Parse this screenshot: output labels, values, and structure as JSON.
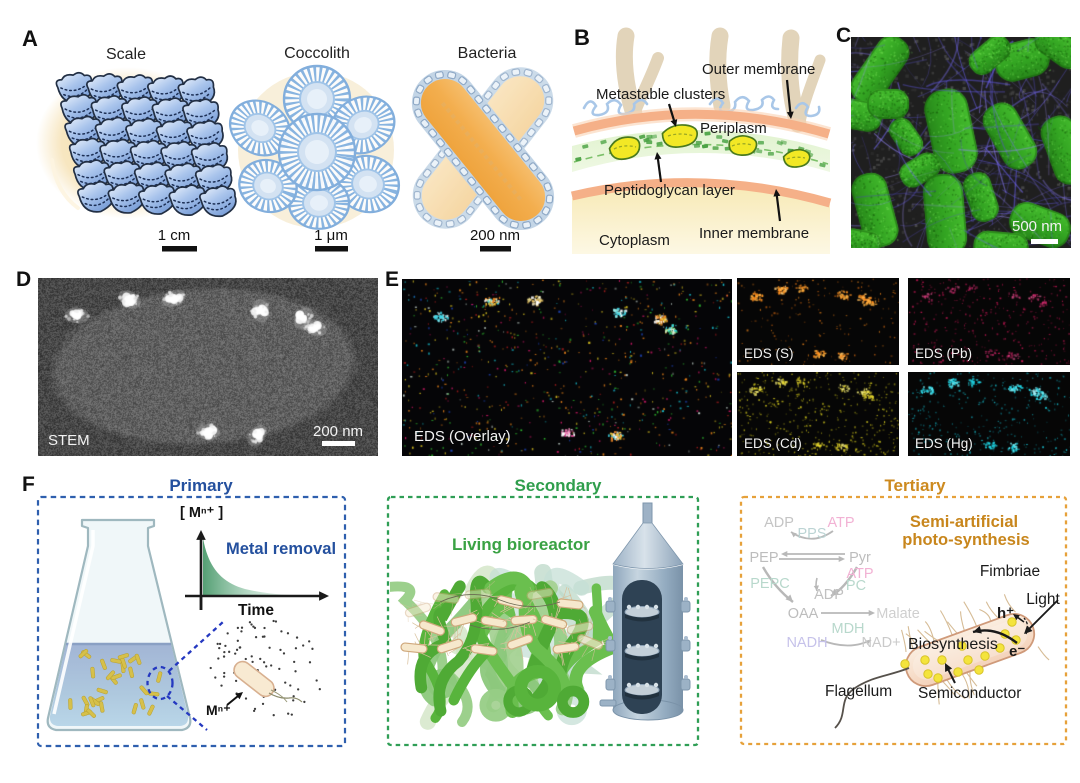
{
  "figure": {
    "background": "#ffffff",
    "panels": {
      "A": {
        "label": "A",
        "scale": {
          "title": "Scale",
          "bar": "1 cm"
        },
        "coccolith": {
          "title": "Coccolith",
          "bar": "1 μm"
        },
        "bacteria": {
          "title": "Bacteria",
          "bar": "200 nm"
        }
      },
      "B": {
        "label": "B",
        "outer_membrane": "Outer membrane",
        "metastable_clusters": "Metastable clusters",
        "periplasm": "Periplasm",
        "peptidoglycan": "Peptidoglycan layer",
        "cytoplasm": "Cytoplasm",
        "inner_membrane": "Inner membrane"
      },
      "C": {
        "label": "C",
        "bar": "500 nm"
      },
      "D": {
        "label": "D",
        "technique": "STEM",
        "bar": "200 nm"
      },
      "E": {
        "label": "E",
        "overlay": "EDS (Overlay)",
        "maps": [
          {
            "name": "EDS (S)",
            "color": "#ff8c1a"
          },
          {
            "name": "EDS (Pb)",
            "color": "#e0195f"
          },
          {
            "name": "EDS (Cd)",
            "color": "#ded31f"
          },
          {
            "name": "EDS (Hg)",
            "color": "#19c8d8"
          }
        ]
      },
      "F": {
        "label": "F",
        "primary": {
          "title": "Primary",
          "accent": "#2a5cae",
          "ylabel": "[ Mⁿ⁺ ]",
          "xlabel": "Time",
          "annotation": "Metal removal",
          "ion": "Mⁿ⁺"
        },
        "secondary": {
          "title": "Secondary",
          "accent": "#2f9e4c",
          "caption": "Living bioreactor"
        },
        "tertiary": {
          "title": "Tertiary",
          "accent": "#cd8a1f",
          "caption_line1": "Semi-artificial",
          "caption_line2": "photo-synthesis",
          "pathway": {
            "adp1": "ADP",
            "pps": "PPS",
            "atp1": "ATP",
            "pep": "PEP",
            "pyr": "Pyr",
            "atp2": "ATP",
            "pc": "PC",
            "pepc": "PEPC",
            "adp2": "ADP",
            "oaa": "OAA",
            "malate": "Malate",
            "mdh": "MDH",
            "nadh": "NADH",
            "nadp": "NAD+"
          },
          "cell": {
            "fimbriae": "Fimbriae",
            "light": "Light",
            "hplus": "h⁺",
            "eminus": "e⁻",
            "biosynthesis": "Biosynthesis",
            "semiconductor": "Semiconductor",
            "flagellum": "Flagellum"
          }
        }
      }
    }
  }
}
